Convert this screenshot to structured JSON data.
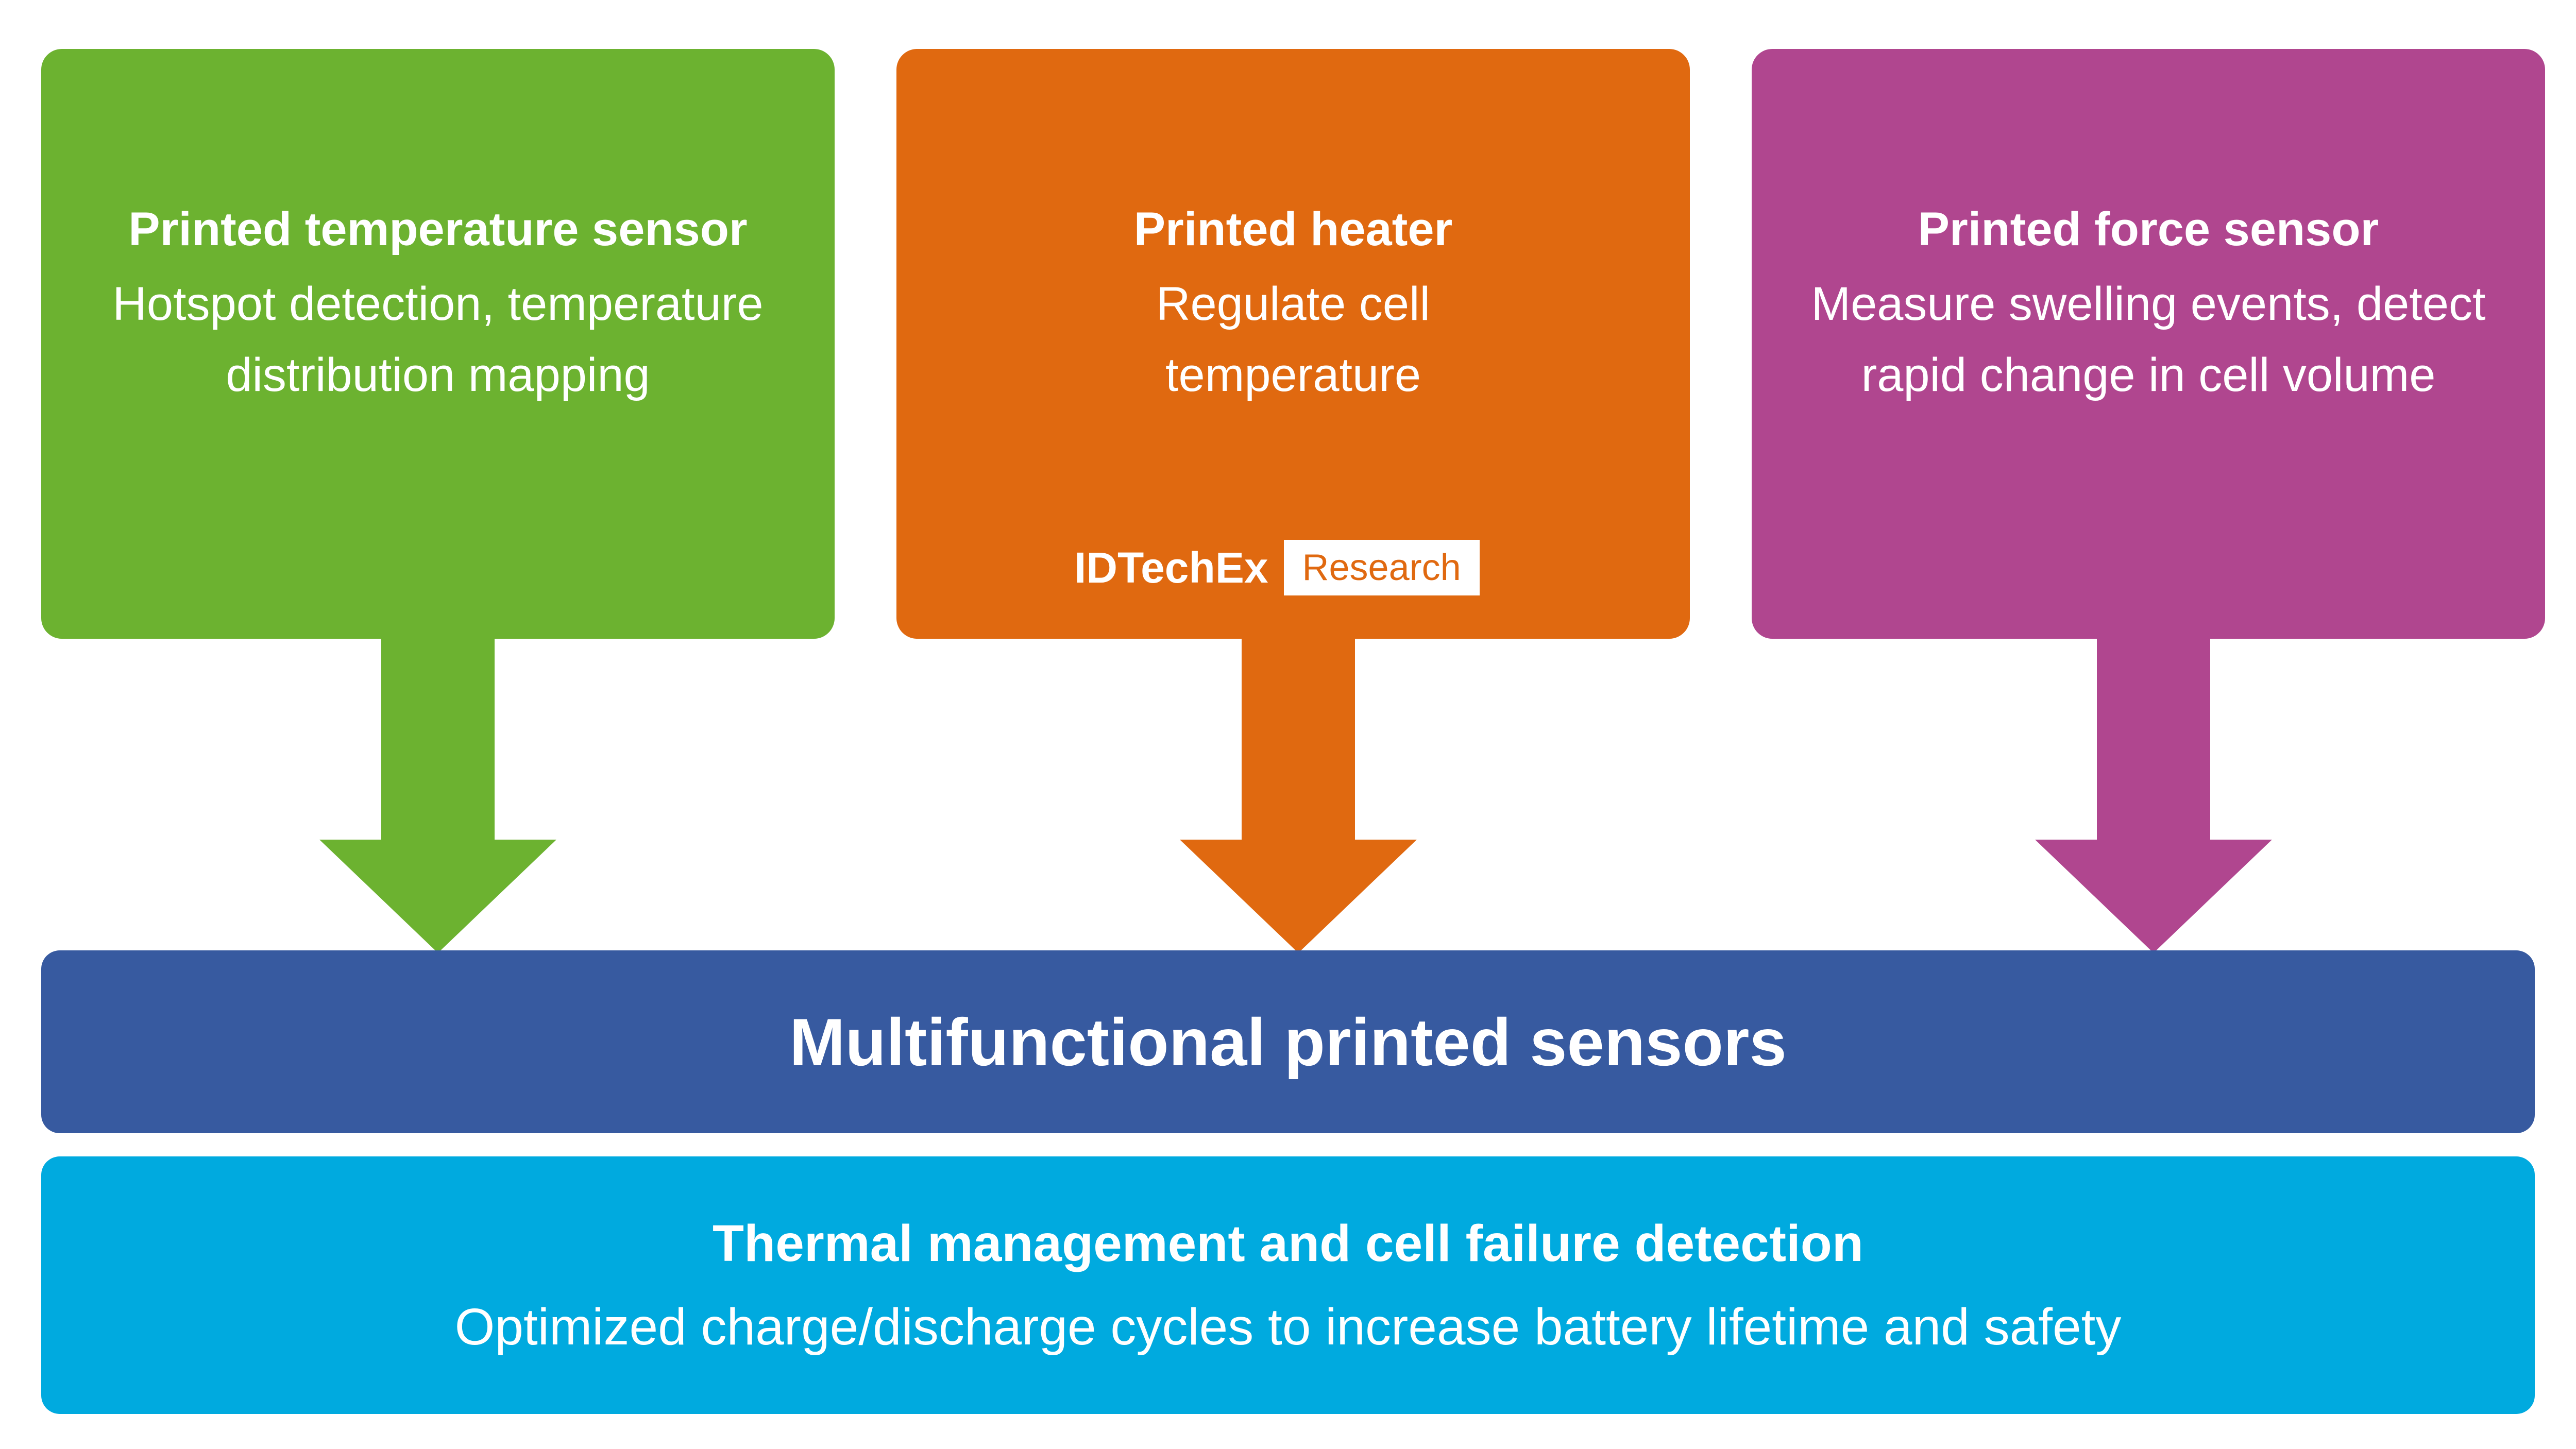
{
  "colors": {
    "temperature": "#6cb230",
    "heater": "#e06910",
    "force": "#b0468f",
    "band": "#375aa0",
    "footer": "#00aadf"
  },
  "boxes": [
    {
      "title": "Printed temperature sensor",
      "description": "Hotspot detection, temperature distribution mapping"
    },
    {
      "title": "Printed heater",
      "description": "Regulate cell temperature"
    },
    {
      "title": "Printed force sensor",
      "description": "Measure swelling events, detect rapid change in cell volume"
    }
  ],
  "logo": {
    "text": "IDTechEx",
    "badge": "Research"
  },
  "center": {
    "title": "Multifunctional printed sensors"
  },
  "footer": {
    "title": "Thermal management and cell failure detection",
    "subtitle": "Optimized charge/discharge cycles to increase battery lifetime and safety"
  }
}
